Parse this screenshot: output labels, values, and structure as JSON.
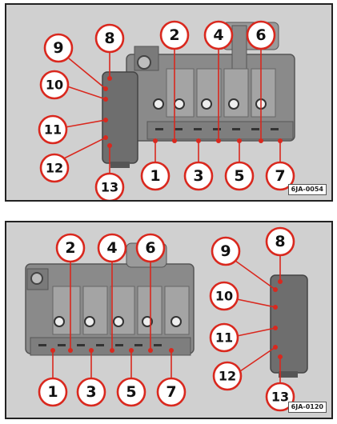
{
  "figures": [
    {
      "code": "6JA-0054",
      "callouts": [
        "1",
        "2",
        "3",
        "4",
        "5",
        "6",
        "7",
        "8",
        "9",
        "10",
        "11",
        "12",
        "13"
      ]
    },
    {
      "code": "6JA-0120",
      "callouts": [
        "1",
        "2",
        "3",
        "4",
        "5",
        "6",
        "7",
        "8",
        "9",
        "10",
        "11",
        "12",
        "13"
      ]
    }
  ],
  "colors": {
    "callout_stroke": "#d9281e",
    "background": "#d0d0d0",
    "component": "#8a8a8a",
    "component_dark": "#555555"
  }
}
